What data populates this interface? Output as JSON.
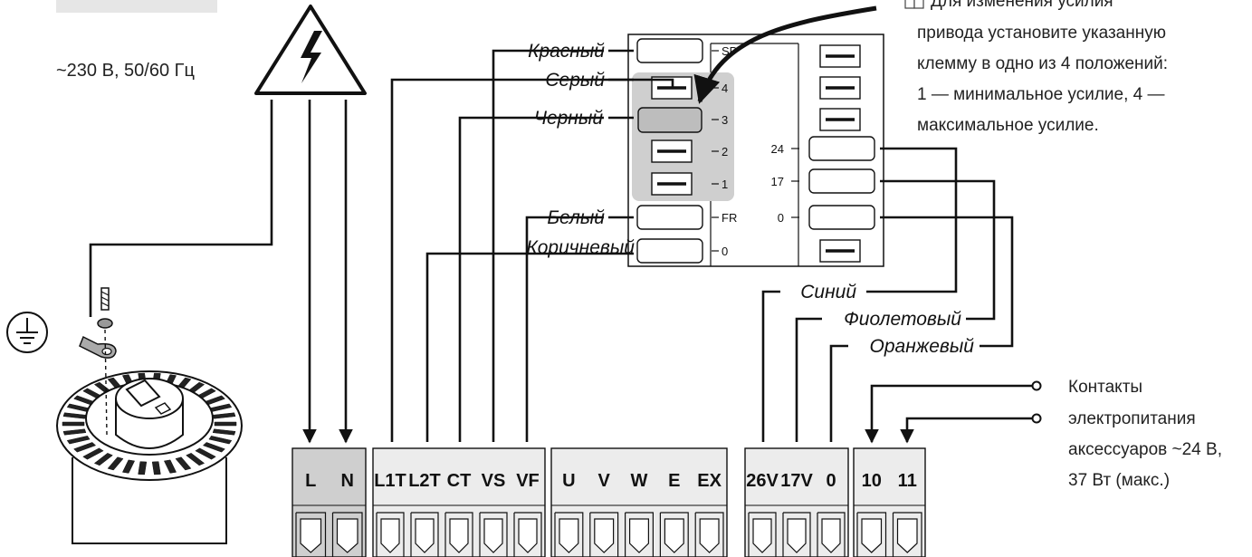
{
  "supply": {
    "label": "~230 В, 50/60 Гц"
  },
  "wire_colors": {
    "red": "Красный",
    "grey": "Серый",
    "black": "Черный",
    "white": "Белый",
    "brown": "Коричневый",
    "blue": "Синий",
    "violet": "Фиолетовый",
    "orange": "Оранжевый"
  },
  "transformer": {
    "left_pins": [
      "SP",
      "4",
      "3",
      "2",
      "1",
      "FR",
      "0"
    ],
    "right_pins": [
      "24",
      "17",
      "0"
    ]
  },
  "note": {
    "lines": [
      "Для изменения усилия",
      "привода установите указанную",
      "клемму в одно из 4 положений:",
      "1 — минимальное усилие, 4 —",
      "максимальное усилие."
    ]
  },
  "accessories_note": {
    "lines": [
      "Контакты",
      "электропитания",
      "аксессуаров ~24 В,",
      "37 Вт (макс.)"
    ]
  },
  "terminals": {
    "mains": [
      "L",
      "N"
    ],
    "motor": [
      "L1T",
      "L2T",
      "CT",
      "VS",
      "VF"
    ],
    "encoder": [
      "U",
      "V",
      "W",
      "E",
      "EX"
    ],
    "power": [
      "26V",
      "17V",
      "0"
    ],
    "acc": [
      "10",
      "11"
    ]
  },
  "colors": {
    "line": "#111111",
    "shade": "#cfcfcf",
    "block": "#ececec"
  }
}
